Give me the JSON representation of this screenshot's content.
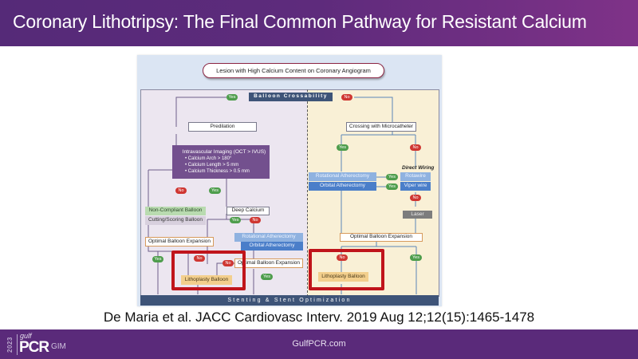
{
  "slide": {
    "title": "Coronary Lithotripsy: The Final Common Pathway for Resistant Calcium",
    "citation": "De Maria et al. JACC Cardiovasc Interv. 2019 Aug 12;12(15):1465-1478",
    "footer_url": "GulfPCR.com",
    "logo": {
      "year": "2023",
      "brand_small": "gulf",
      "brand_main": "PCR",
      "brand_sub": "GIM"
    },
    "colors": {
      "header": "#5e2b7c",
      "footer": "#5a2a7a",
      "highlight": "#c0141b"
    }
  },
  "diagram": {
    "top_node": "Lesion with High Calcium Content on Coronary Angiogram",
    "decision": "Balloon Crossability",
    "labels": {
      "yes": "Yes",
      "no": "No"
    },
    "left": {
      "predilation": "Predilation",
      "imaging_title": "Intravascular Imaging (OCT > IVUS)",
      "imaging_criteria": [
        "• Calcium Arch > 180°",
        "• Calcium Length > 5 mm",
        "• Calcium Thickness > 0.5 mm"
      ],
      "non_compliant": "Non-Compliant Balloon",
      "cutting_scoring": "Cutting/Scoring Balloon",
      "deep_calcium": "Deep Calcium",
      "optimal_expansion_1": "Optimal Balloon Expansion",
      "rotational": "Rotational Atherectomy",
      "orbital": "Orbital Atherectomy",
      "optimal_expansion_2": "Optimal Balloon Expansion",
      "lithoplasty": "Lithoplasty Balloon"
    },
    "right": {
      "microcatheter": "Crossing with Microcatheter",
      "direct_wiring": "Direct Wiring",
      "rotational": "Rotational Atherectomy",
      "orbital": "Orbital Atherectomy",
      "rotawire": "Rotawire",
      "viper": "Viper wire",
      "laser": "Laser",
      "optimal_expansion": "Optimal Balloon Expansion",
      "lithoplasty": "Lithoplasty Balloon"
    },
    "bottom": "Stenting & Stent Optimization"
  }
}
